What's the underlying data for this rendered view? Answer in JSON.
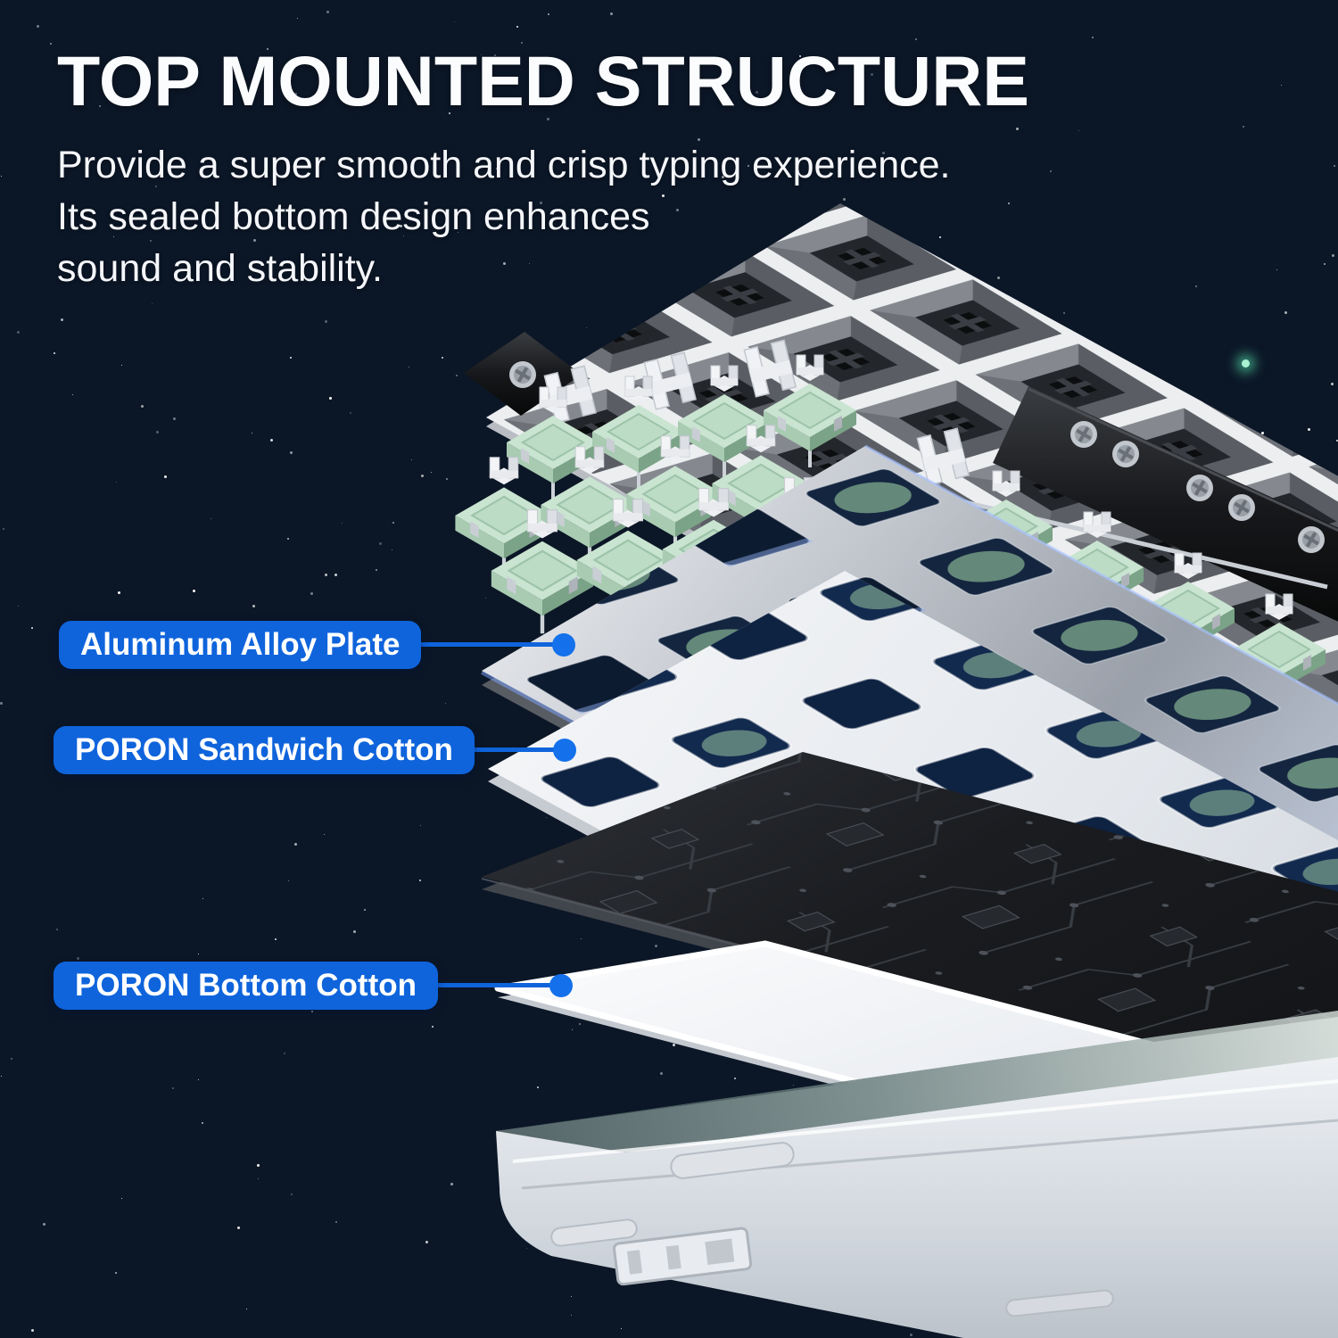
{
  "header": {
    "title": "TOP MOUNTED STRUCTURE",
    "description_lines": [
      "Provide a super smooth and crisp typing experience.",
      "Its sealed bottom design enhances",
      "sound and stability."
    ]
  },
  "callouts": [
    {
      "label": "Aluminum Alloy Plate"
    },
    {
      "label": "PORON Sandwich Cotton"
    },
    {
      "label": "PORON Bottom Cotton"
    }
  ],
  "diagram": {
    "subject": "exploded-mechanical-keyboard",
    "parts": [
      "white-keycaps-underside",
      "black-accent-keycaps",
      "switch-stems",
      "mint-green-switches",
      "stabilizer-wire",
      "aluminum-alloy-plate",
      "poron-sandwich-cotton",
      "pcb",
      "poron-bottom-cotton",
      "white-bottom-case"
    ]
  },
  "colors": {
    "background": "#0b1626",
    "accent_blue": "#0f64dc",
    "dot_blue": "#1470eb",
    "star_white": "#ffffff",
    "star_green": "#a9f2d2",
    "keycap_white": "#eceef0",
    "keycap_black": "#17181b",
    "switch_green": "#c9e4d0",
    "plate_silver": "#b9bec6",
    "plate_glow_blue": "#8fb0ff",
    "foam_white": "#eef0f3",
    "pcb_dark": "#17191d",
    "case_white": "#e9ecf0"
  }
}
